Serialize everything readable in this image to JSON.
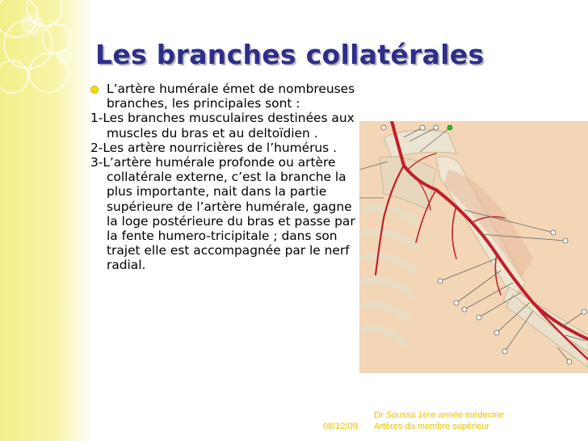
{
  "slide": {
    "title": "Les branches collatérales",
    "paragraphs": [
      "L’artère humérale émet de nombreuses branches, les principales sont :",
      "1-Les branches musculaires destinées aux muscles du bras et au deltoïdien .",
      "2-Les artère nourricières de l’humérus .",
      "3-L’artère humérale profonde ou artère collatérale  externe, c’est la branche la plus importante, nait dans la partie supérieure de l’artère humérale, gagne la loge postérieure du bras et passe  par la fente humero-tricipitale ; dans son trajet elle est accompagnée par le nerf radial."
    ]
  },
  "footer": {
    "author": "Dr Soussa  1ere année médecine",
    "date": "08/12/09",
    "subject": "Artères du membre supérieur"
  },
  "colors": {
    "title": "#2e2e8a",
    "accent_yellow": "#f0dc00",
    "footer_text": "#e8c200",
    "artery_red": "#c0202a"
  }
}
